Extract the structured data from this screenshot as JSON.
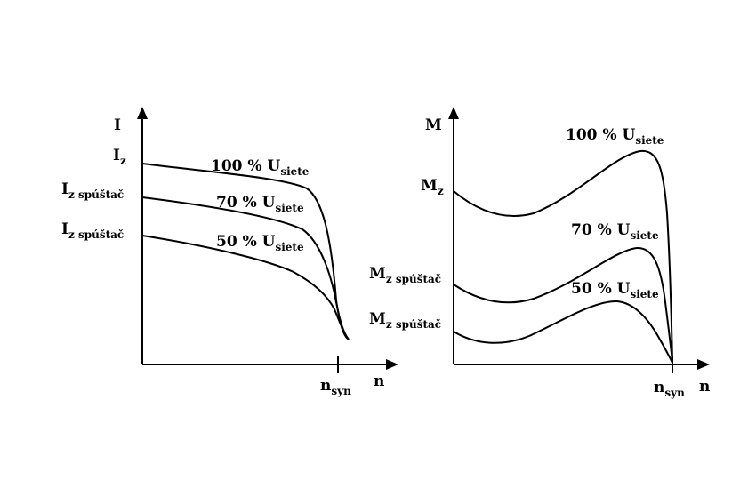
{
  "left_chart": {
    "y_axis": "I",
    "x_axis": "n",
    "sync_tick": {
      "main": "n",
      "sub": "syn"
    },
    "y_labels": [
      {
        "main": "I",
        "sub": "z"
      },
      {
        "main": "I",
        "sub": "z spúštač"
      },
      {
        "main": "I",
        "sub": "z spúštač"
      }
    ],
    "curves": [
      {
        "main": "100 % U",
        "sub": "siete"
      },
      {
        "main": "70 % U",
        "sub": "siete"
      },
      {
        "main": "50 % U",
        "sub": "siete"
      }
    ]
  },
  "right_chart": {
    "y_axis": "M",
    "x_axis": "n",
    "sync_tick": {
      "main": "n",
      "sub": "syn"
    },
    "y_labels": [
      {
        "main": "M",
        "sub": "z"
      },
      {
        "main": "M",
        "sub": "z spúštač"
      },
      {
        "main": "M",
        "sub": "z spúštač"
      }
    ],
    "curves": [
      {
        "main": "100 % U",
        "sub": "siete"
      },
      {
        "main": "70 % U",
        "sub": "siete"
      },
      {
        "main": "50 % U",
        "sub": "siete"
      }
    ]
  }
}
